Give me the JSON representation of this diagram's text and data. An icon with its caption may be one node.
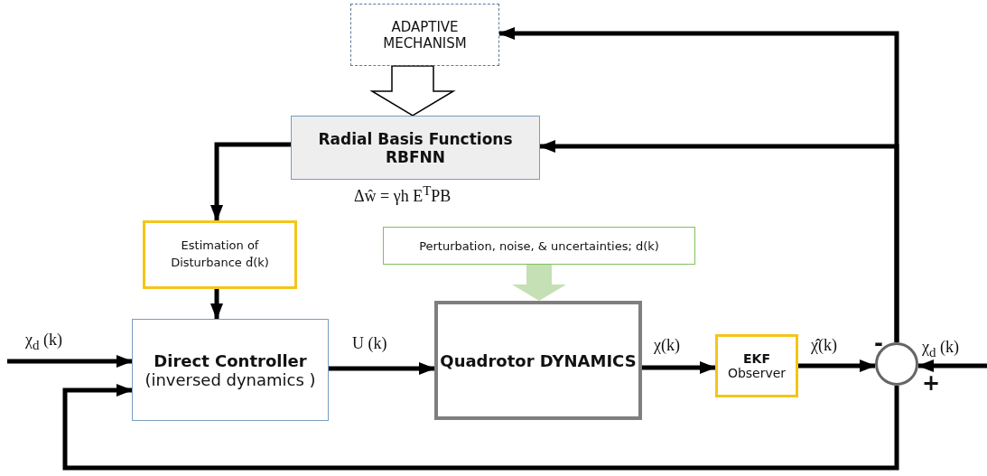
{
  "diagram": {
    "nodes": [
      {
        "text": [
          "ADAPTIVE MECHANISM"
        ]
      },
      {
        "text": [
          "Radial Basis Functions RBFNN"
        ],
        "beside": [
          "Δŵ = γh E$^{T}$PB"
        ]
      },
      {
        "text": [
          "Estimation of Disturbance  d̂(k)"
        ]
      },
      {
        "text": [
          "Perturbation, noise, & uncertainties; d(k)"
        ]
      },
      {
        "text": [
          "Direct Controller",
          "(inversed dynamics )"
        ]
      },
      {
        "text": [
          "Quadrotor DYNAMICS"
        ]
      },
      {
        "text": [
          "EKF",
          "Observer"
        ]
      },
      {
        "text": [],
        "shape": "circle"
      }
    ],
    "edges": [
      {
        "from": 0,
        "to": 1,
        "arrow": "to",
        "style": "thick"
      },
      {
        "from": 7,
        "to": 0,
        "arrow": "to"
      },
      {
        "from": 7,
        "to": 1,
        "arrow": "to"
      },
      {
        "from": 1,
        "to": 2,
        "arrow": "to"
      },
      {
        "from": 2,
        "to": 4,
        "arrow": "to"
      },
      {
        "from": 3,
        "to": 5,
        "arrow": "to",
        "style": "thick",
        "color": "#c5e0b4"
      },
      {
        "from": null,
        "to": 4,
        "arrow": "to",
        "label": "χ$_{d}$ (k)"
      },
      {
        "from": 7,
        "to": 4,
        "arrow": "to"
      },
      {
        "from": 4,
        "to": 5,
        "arrow": "to",
        "label": "U (k)"
      },
      {
        "from": 5,
        "to": 6,
        "arrow": "to",
        "label": "χ(k)"
      },
      {
        "from": 6,
        "to": 7,
        "arrow": "to",
        "label": "χ̂(k)"
      },
      {
        "from": null,
        "to": 7,
        "arrow": "to",
        "label": "χ$_{d}$ (k)"
      }
    ],
    "labels": [
      "-",
      "+"
    ]
  }
}
